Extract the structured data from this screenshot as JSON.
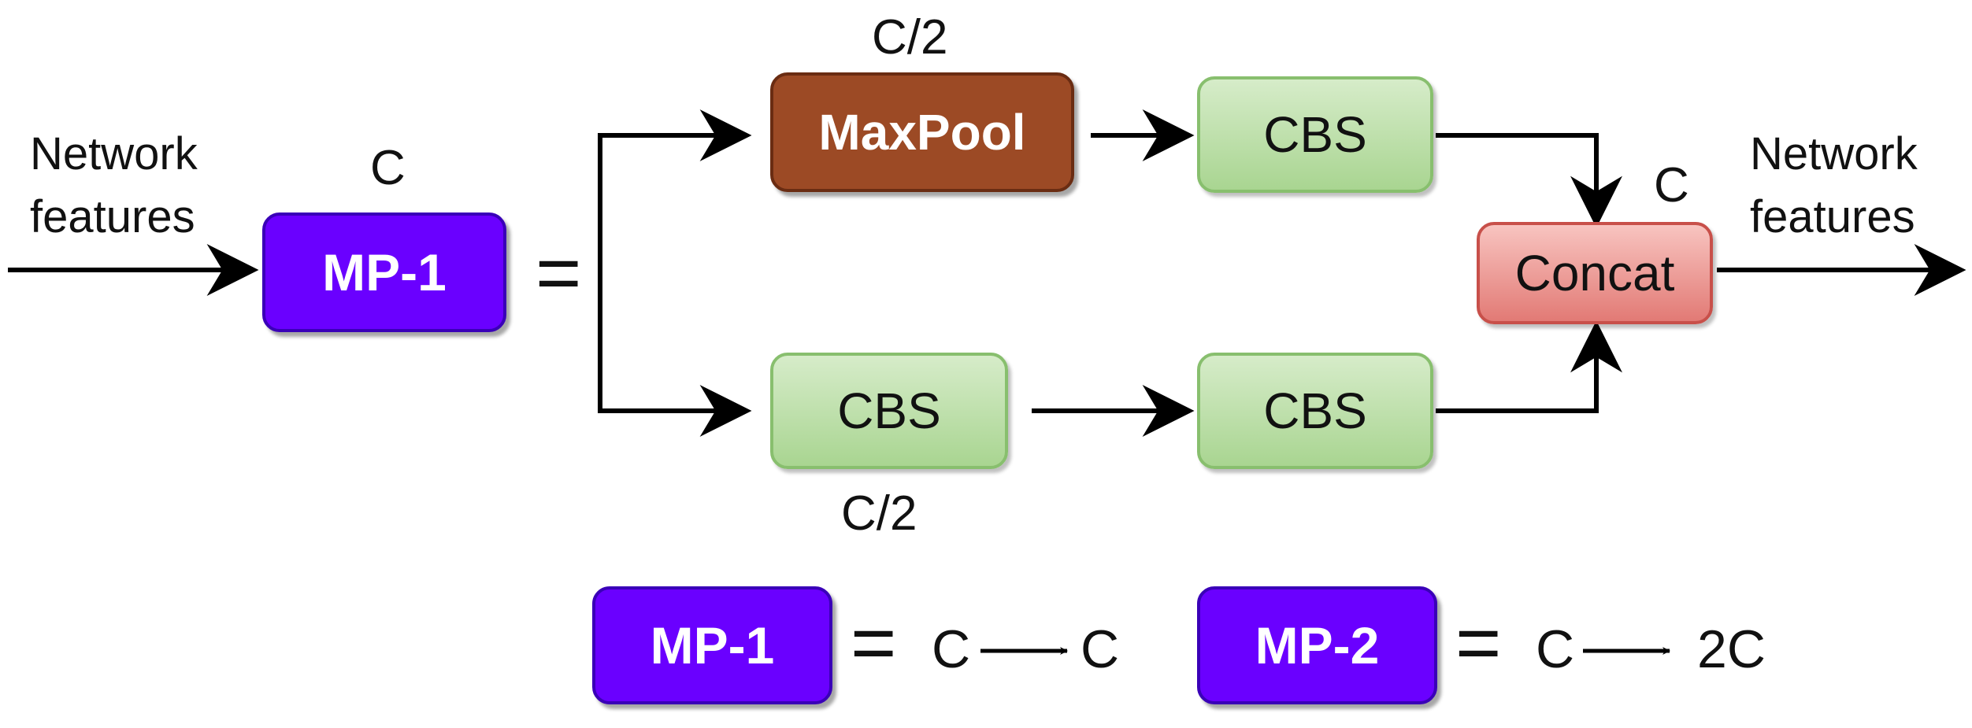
{
  "input_label": [
    "Network",
    "features"
  ],
  "output_label": [
    "Network",
    "features"
  ],
  "main_block": {
    "label": "MP-1",
    "channel": "C"
  },
  "equals_sign": "=",
  "top_branch": {
    "pool": {
      "label": "MaxPool",
      "channel": "C/2"
    },
    "conv": {
      "label": "CBS"
    }
  },
  "bottom_branch": {
    "conv1": {
      "label": "CBS",
      "channel": "C/2"
    },
    "conv2": {
      "label": "CBS"
    }
  },
  "concat": {
    "label": "Concat",
    "channel": "C"
  },
  "legend": [
    {
      "block": "MP-1",
      "equals": "=",
      "from": "C",
      "to": "C"
    },
    {
      "block": "MP-2",
      "equals": "=",
      "from": "C",
      "to": "2C"
    }
  ],
  "colors": {
    "mp_block": "#6a00ff",
    "maxpool_block": "#9c4a25",
    "cbs_block": "#a9d591",
    "concat_block": "#e27a75",
    "arrows": "#000000"
  }
}
